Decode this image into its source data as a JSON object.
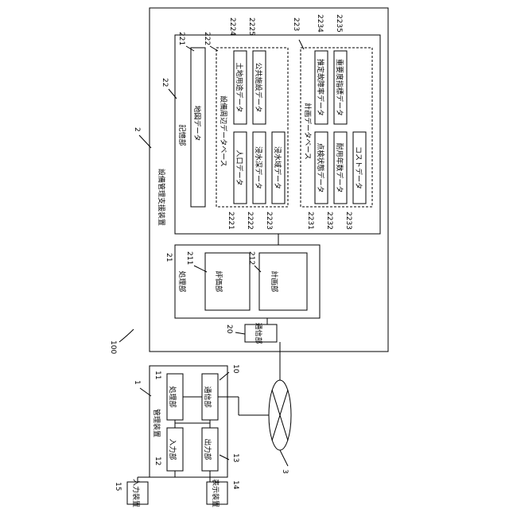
{
  "figure_number": "100",
  "device": {
    "number": "2",
    "label": "設備管理支援装置",
    "comm": {
      "number": "20",
      "label": "通信部"
    },
    "processing": {
      "number": "21",
      "label": "処理部",
      "evaluation": {
        "number": "211",
        "label": "評価部"
      },
      "planning": {
        "number": "212",
        "label": "計画部"
      }
    },
    "storage": {
      "number": "22",
      "label": "記憶部",
      "map_data": {
        "number": "221",
        "label": "地図データ"
      },
      "surroundings_db": {
        "number": "222",
        "label": "設備周辺データベース",
        "items": [
          {
            "number": "2221",
            "label": "人口データ"
          },
          {
            "number": "2222",
            "label": "浸水深データ"
          },
          {
            "number": "2223",
            "label": "浸水域データ"
          },
          {
            "number": "2224",
            "label": "土地用途データ"
          },
          {
            "number": "2225",
            "label": "公共施設データ"
          }
        ]
      },
      "plan_db": {
        "number": "223",
        "label": "計画データベース",
        "items": [
          {
            "number": "2231",
            "label": "点検状態データ"
          },
          {
            "number": "2232",
            "label": "耐用年数データ"
          },
          {
            "number": "2233",
            "label": "コストデータ"
          },
          {
            "number": "2234",
            "label": "推定故障率データ"
          },
          {
            "number": "2235",
            "label": "重要度指標データ"
          }
        ]
      }
    }
  },
  "network": {
    "number": "3"
  },
  "management": {
    "number": "1",
    "label": "管理装置",
    "processing": {
      "number": "11",
      "label": "処理部"
    },
    "comm": {
      "number": "10",
      "label": "通信部"
    },
    "input": {
      "number": "12",
      "label": "入力部"
    },
    "output": {
      "number": "13",
      "label": "出力部"
    }
  },
  "input_device": {
    "number": "15",
    "label": "入力装置"
  },
  "display_device": {
    "number": "14",
    "label": "表示装置"
  }
}
